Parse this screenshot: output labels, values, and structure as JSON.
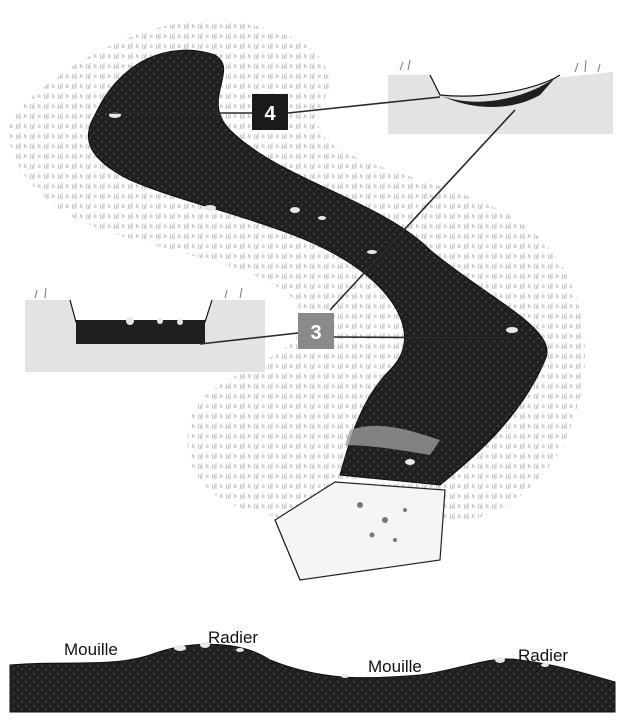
{
  "colors": {
    "bed": "#1f1f1f",
    "bed_light": "#3a3a3a",
    "bank": "#f0f0f0",
    "inset_bg": "#e3e3e3",
    "label4_bg": "#1a1a1a",
    "label3_bg": "#8a8a8a",
    "line": "#2a2a2a"
  },
  "callouts": {
    "label_4": "4",
    "label_3": "3"
  },
  "profile": {
    "mouille_1": "Mouille",
    "radier_1": "Radier",
    "mouille_2": "Mouille",
    "radier_2": "Radier"
  },
  "icons": [
    "grass-tuft",
    "pebble",
    "cross-section-inset"
  ]
}
